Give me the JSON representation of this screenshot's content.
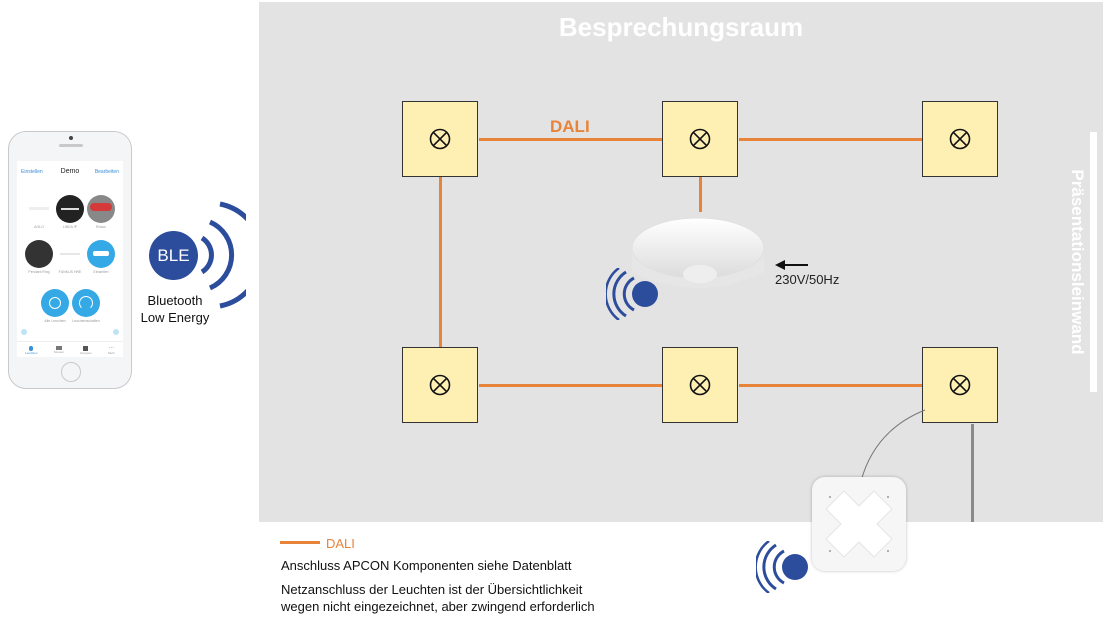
{
  "room": {
    "title": "Besprechungsraum",
    "screen_label": "Präsentationsleinwand"
  },
  "dali_label": "DALI",
  "sensor": {
    "power_label": "230V/50Hz"
  },
  "phone": {
    "header_title": "Demo",
    "header_left": "Einstellen",
    "header_right": "Bearbeiten",
    "tiles": [
      "AOLO",
      "LINEA IP",
      "Rosso",
      "Pendant Ring",
      "FUNKUS HRE",
      "Einstellen",
      "Alle Leuchten",
      "Leuchtenschaften"
    ],
    "tabs": [
      "Leuchten",
      "Szenen",
      "Gruppen",
      "Mehr"
    ]
  },
  "ble": {
    "badge": "BLE",
    "line1": "Bluetooth",
    "line2": "Low Energy"
  },
  "legend": {
    "dali": "DALI",
    "note1": "Anschluss APCON Komponenten siehe Datenblatt",
    "note2_line1": "Netzanschluss der Leuchten ist der Übersichtlichkeit",
    "note2_line2": "wegen nicht eingezeichnet, aber zwingend erforderlich"
  },
  "colors": {
    "dali": "#e8833a",
    "ble": "#2c4c9c",
    "lamp": "#fdf0b2",
    "room": "#e3e3e3"
  },
  "icons": {
    "lamp": "lamp-symbol-icon",
    "wireless": "wireless-waves-icon",
    "arrow": "power-arrow-icon"
  }
}
